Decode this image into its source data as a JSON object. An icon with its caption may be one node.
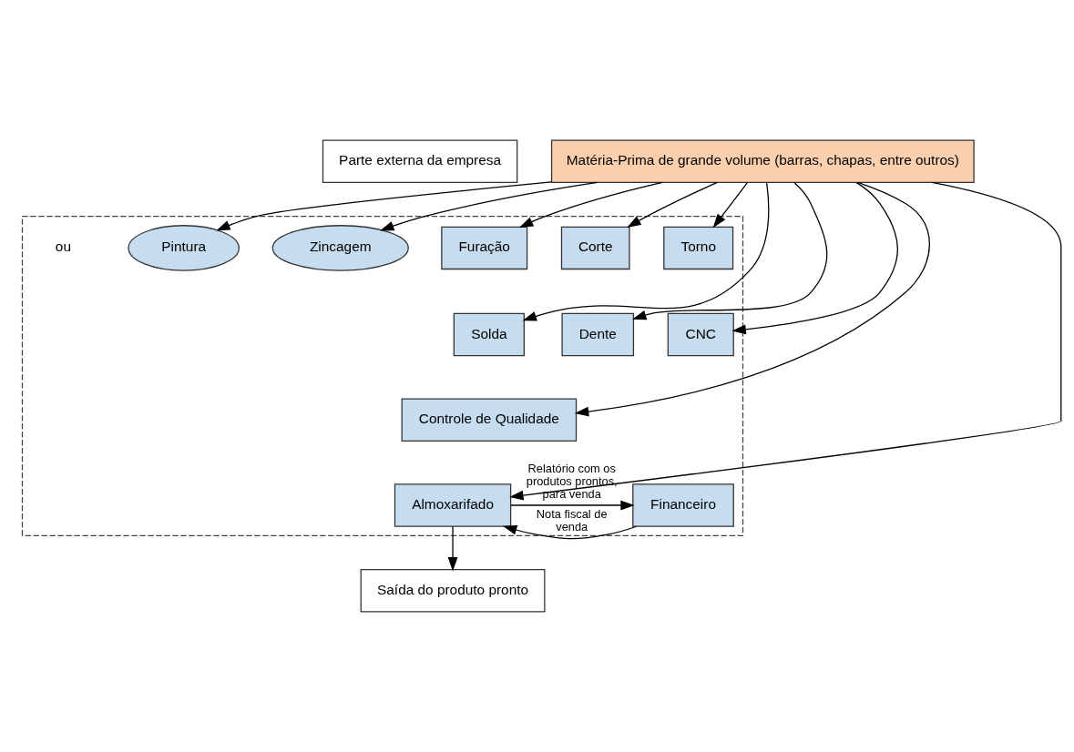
{
  "diagram": {
    "nodes": [
      {
        "text": [
          "Parte externa da empresa"
        ]
      },
      {
        "text": [
          "Matéria-Prima de grande volume (barras, chapas, entre outros)"
        ]
      },
      {
        "text": [],
        "shape": "box"
      },
      {
        "text": [
          "Pintura"
        ],
        "in": 2
      },
      {
        "text": [
          "Zincagem"
        ],
        "in": 2
      },
      {
        "text": [
          "Furação"
        ],
        "in": 2
      },
      {
        "text": [
          "Corte"
        ],
        "in": 2
      },
      {
        "text": [
          "Torno"
        ],
        "in": 2
      },
      {
        "text": [
          "Solda"
        ],
        "in": 2
      },
      {
        "text": [
          "Dente"
        ],
        "in": 2
      },
      {
        "text": [
          "CNC"
        ],
        "in": 2
      },
      {
        "text": [
          "Controle de Qualidade"
        ],
        "in": 2
      },
      {
        "text": [
          "Almoxarifado"
        ],
        "in": 2
      },
      {
        "text": [
          "Financeiro"
        ],
        "in": 2
      },
      {
        "text": [
          "Saída do produto pronto"
        ]
      }
    ],
    "edges": [
      {
        "from": 1,
        "to": 6,
        "arrow": "to"
      },
      {
        "from": 1,
        "to": 7,
        "arrow": "to"
      },
      {
        "from": 1,
        "to": 5,
        "arrow": "to"
      },
      {
        "from": 1,
        "to": 10,
        "arrow": "to"
      },
      {
        "from": 1,
        "to": 9,
        "arrow": "to"
      },
      {
        "from": 1,
        "to": 8,
        "arrow": "to"
      },
      {
        "from": 1,
        "to": 3,
        "arrow": "to"
      },
      {
        "from": 1,
        "to": 4,
        "arrow": "to"
      },
      {
        "from": 1,
        "to": 11,
        "arrow": "to"
      },
      {
        "from": 1,
        "to": 12,
        "arrow": "to"
      },
      {
        "from": 12,
        "to": 13,
        "arrow": "to",
        "label": "Relatório com os produtos prontos, para venda"
      },
      {
        "from": 13,
        "to": 12,
        "arrow": "to",
        "label": "Nota fiscal de venda"
      },
      {
        "from": 12,
        "to": 14,
        "arrow": "to"
      }
    ],
    "labels": [
      "ou"
    ]
  }
}
